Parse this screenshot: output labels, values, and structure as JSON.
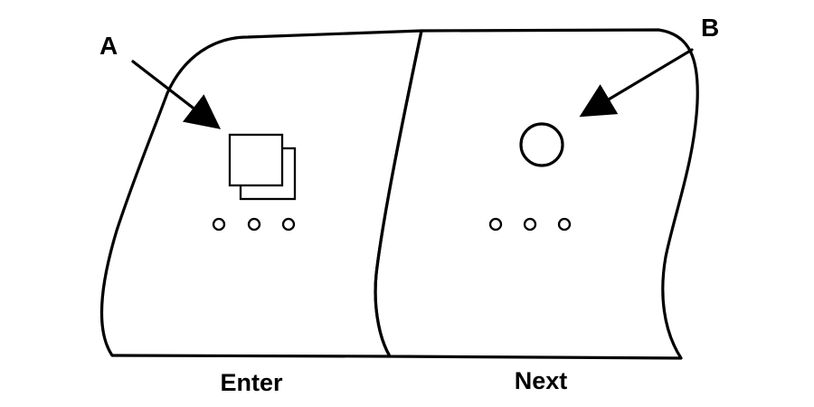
{
  "callouts": {
    "a": "A",
    "b": "B"
  },
  "panels": {
    "left_caption": "Enter",
    "right_caption": "Next"
  },
  "colors": {
    "ink": "#000000",
    "background": "#ffffff"
  },
  "icons": {
    "left_symbol": "stacked-squares-icon",
    "right_symbol": "circle-icon",
    "indicator": "three-dot-indicator"
  }
}
